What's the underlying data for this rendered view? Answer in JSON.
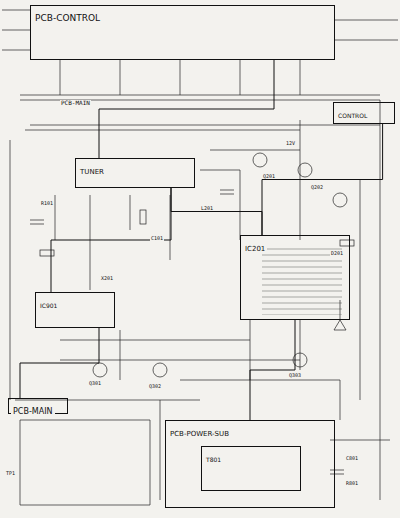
{
  "diagram": {
    "nodes": [
      {
        "text": [
          "PCB-CONTROL"
        ]
      },
      {
        "text": [
          "TUNER"
        ]
      },
      {
        "text": [
          "IC201"
        ]
      },
      {
        "text": [
          "IC901"
        ]
      },
      {
        "text": [
          "PCB-POWER-SUB"
        ]
      },
      {
        "text": [
          "T801"
        ],
        "in": 4
      },
      {
        "text": [
          "PCB-MAIN"
        ]
      },
      {
        "text": [
          "CONTROL"
        ]
      }
    ],
    "edges": [
      {
        "from": 0,
        "to": 1,
        "arrow": "none"
      },
      {
        "from": 1,
        "to": 2,
        "arrow": "none"
      },
      {
        "from": 1,
        "to": 3,
        "arrow": "none"
      },
      {
        "from": 3,
        "to": 6,
        "arrow": "none"
      },
      {
        "from": 4,
        "to": 2,
        "arrow": "none"
      },
      {
        "from": 7,
        "to": 2,
        "arrow": "none"
      }
    ],
    "labels": [
      "PCB-MAIN",
      "12V",
      "Q201",
      "Q202",
      "Q301",
      "Q302",
      "Q303",
      "R101",
      "C101",
      "D201",
      "L201",
      "X201",
      "C801",
      "R801",
      "TP1"
    ]
  }
}
